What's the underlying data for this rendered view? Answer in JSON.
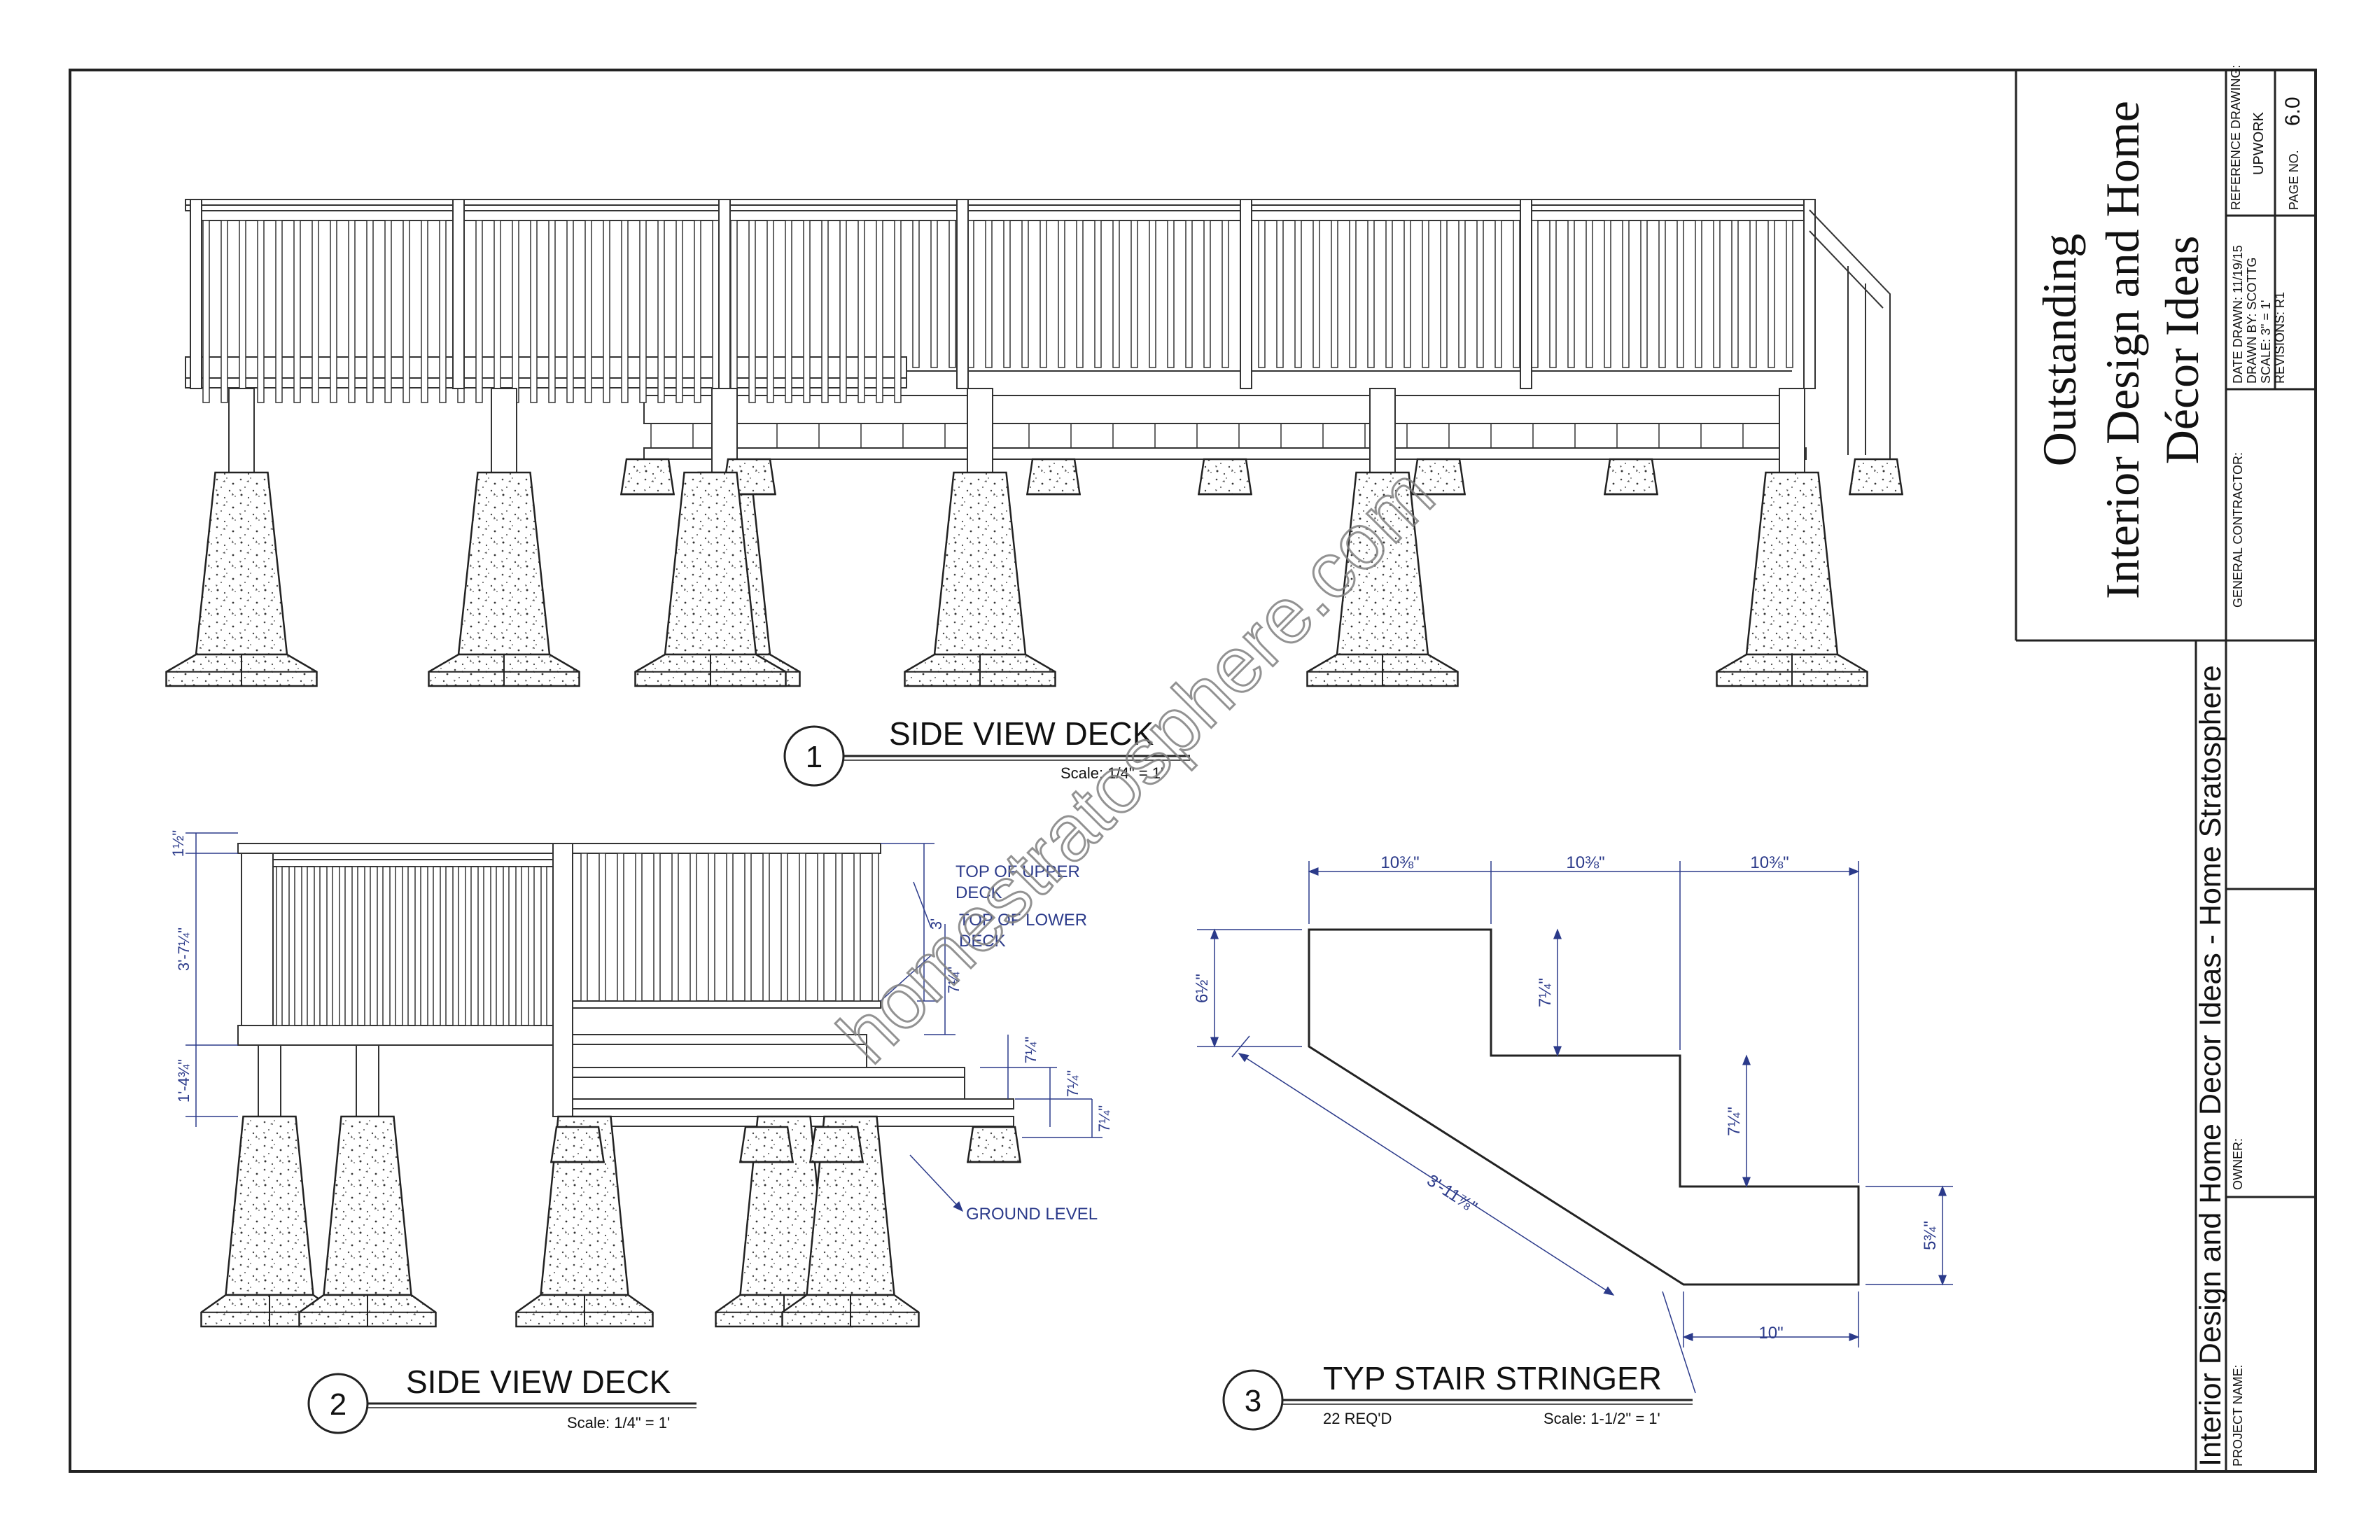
{
  "views": [
    {
      "number": "1",
      "title": "SIDE VIEW DECK",
      "scale": "Scale: 1/4\" = 1'",
      "note": ""
    },
    {
      "number": "2",
      "title": "SIDE VIEW DECK",
      "scale": "Scale: 1/4\" = 1'",
      "note": ""
    },
    {
      "number": "3",
      "title": "TYP STAIR STRINGER",
      "scale": "Scale: 1-1/2\" = 1'",
      "note": "22 REQ'D"
    }
  ],
  "deck2_dims": {
    "top_rail": "1½\"",
    "rail_height": "3'-7¼\"",
    "post_height": "1'-4¾\"",
    "three_ft": "3'",
    "step1": "7¼\"",
    "step2": "7¼\"",
    "step3": "7¼\"",
    "step4": "7¼\""
  },
  "deck2_labels": {
    "top_upper_1": "TOP OF UPPER",
    "top_upper_2": "DECK",
    "top_lower_1": "TOP OF LOWER",
    "top_lower_2": "DECK",
    "ground": "GROUND LEVEL"
  },
  "stringer_dims": {
    "tread1": "10⅜\"",
    "tread2": "10⅜\"",
    "tread3": "10⅜\"",
    "first_rise": "6½\"",
    "rise1": "7¼\"",
    "rise2": "7¼\"",
    "end_height": "5¾\"",
    "bottom_run": "10\"",
    "diagonal": "3'-11⅞\""
  },
  "title_block": {
    "title_line1": "Outstanding",
    "title_line2": "Interior Design and Home",
    "title_line3": "Décor Ideas",
    "general_contractor": "GENERAL CONTRACTOR:",
    "date_drawn": "DATE DRAWN: 11/19/15",
    "drawn_by": "DRAWN BY: SCOTTG",
    "scale": "SCALE: 3\" = 1'",
    "revisions": "REVISIONS: R1",
    "reference_label": "REFERENCE DRAWING:",
    "reference_value": "UPWORK",
    "page_label": "PAGE NO.",
    "page_value": "6.0",
    "project_title": "Interior Design and Home Decor Ideas - Home Stratosphere",
    "project_name_label": "PROJECT NAME:",
    "owner_label": "OWNER:"
  },
  "watermark": "homestratosphere.com",
  "colors": {
    "line": "#333333",
    "dimension": "#2b3a8a",
    "border": "#222222",
    "watermark": "#808080"
  }
}
